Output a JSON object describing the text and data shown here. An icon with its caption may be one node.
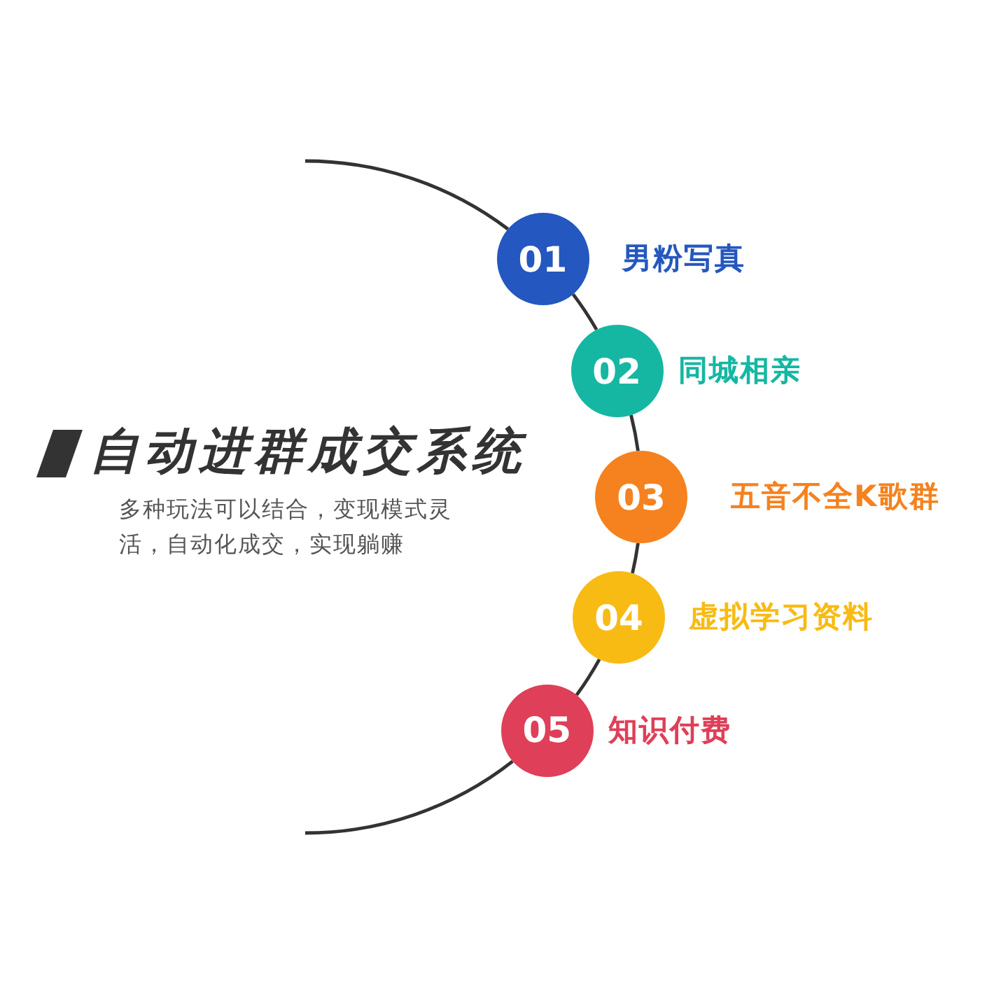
{
  "diagram": {
    "title": "自动进群成交系统",
    "nodes": [
      {
        "text": [
          "01"
        ],
        "beside": [
          "男粉写真"
        ]
      },
      {
        "text": [
          "02"
        ],
        "beside": [
          "同城相亲"
        ]
      },
      {
        "text": [
          "03"
        ],
        "beside": [
          "五音不全K歌群"
        ]
      },
      {
        "text": [
          "04"
        ],
        "beside": [
          "虚拟学习资料"
        ]
      },
      {
        "text": [
          "05"
        ],
        "beside": [
          "知识付费"
        ]
      }
    ],
    "edges": [
      {
        "from": null,
        "to": 0,
        "arrow": "none"
      },
      {
        "from": 0,
        "to": 1,
        "arrow": "none"
      },
      {
        "from": 1,
        "to": 2,
        "arrow": "none"
      },
      {
        "from": 2,
        "to": 3,
        "arrow": "none"
      },
      {
        "from": 3,
        "to": 4,
        "arrow": "none"
      },
      {
        "from": 4,
        "to": null,
        "arrow": "none"
      }
    ],
    "labels": [
      "多种玩法可以结合，变现模式灵活，自动化成交，实现躺赚"
    ]
  }
}
